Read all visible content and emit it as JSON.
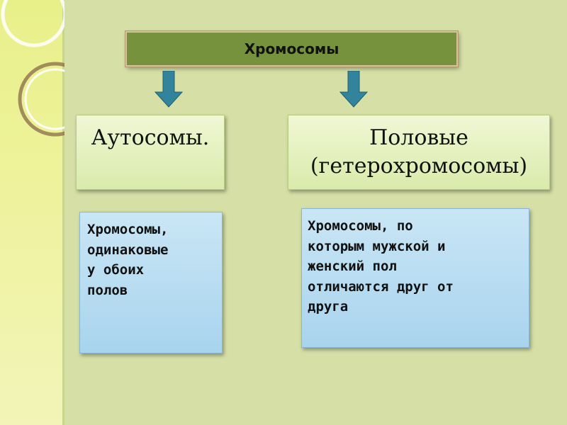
{
  "title": "Хромосомы",
  "categories": [
    {
      "heading": "Аутосомы.",
      "description": "Хромосомы,\nодинаковые\nу обоих\nполов"
    },
    {
      "heading": "Половые\n(гетерохромосомы)",
      "description": "Хромосомы, по\nкоторым мужской и\nженский пол\nотличаются друг от\nдруга"
    }
  ],
  "colors": {
    "title_fill": "#77923c",
    "arrow_fill": "#31849b",
    "heading_fill": "#d9ebab",
    "description_fill": "#a9d4ee"
  }
}
